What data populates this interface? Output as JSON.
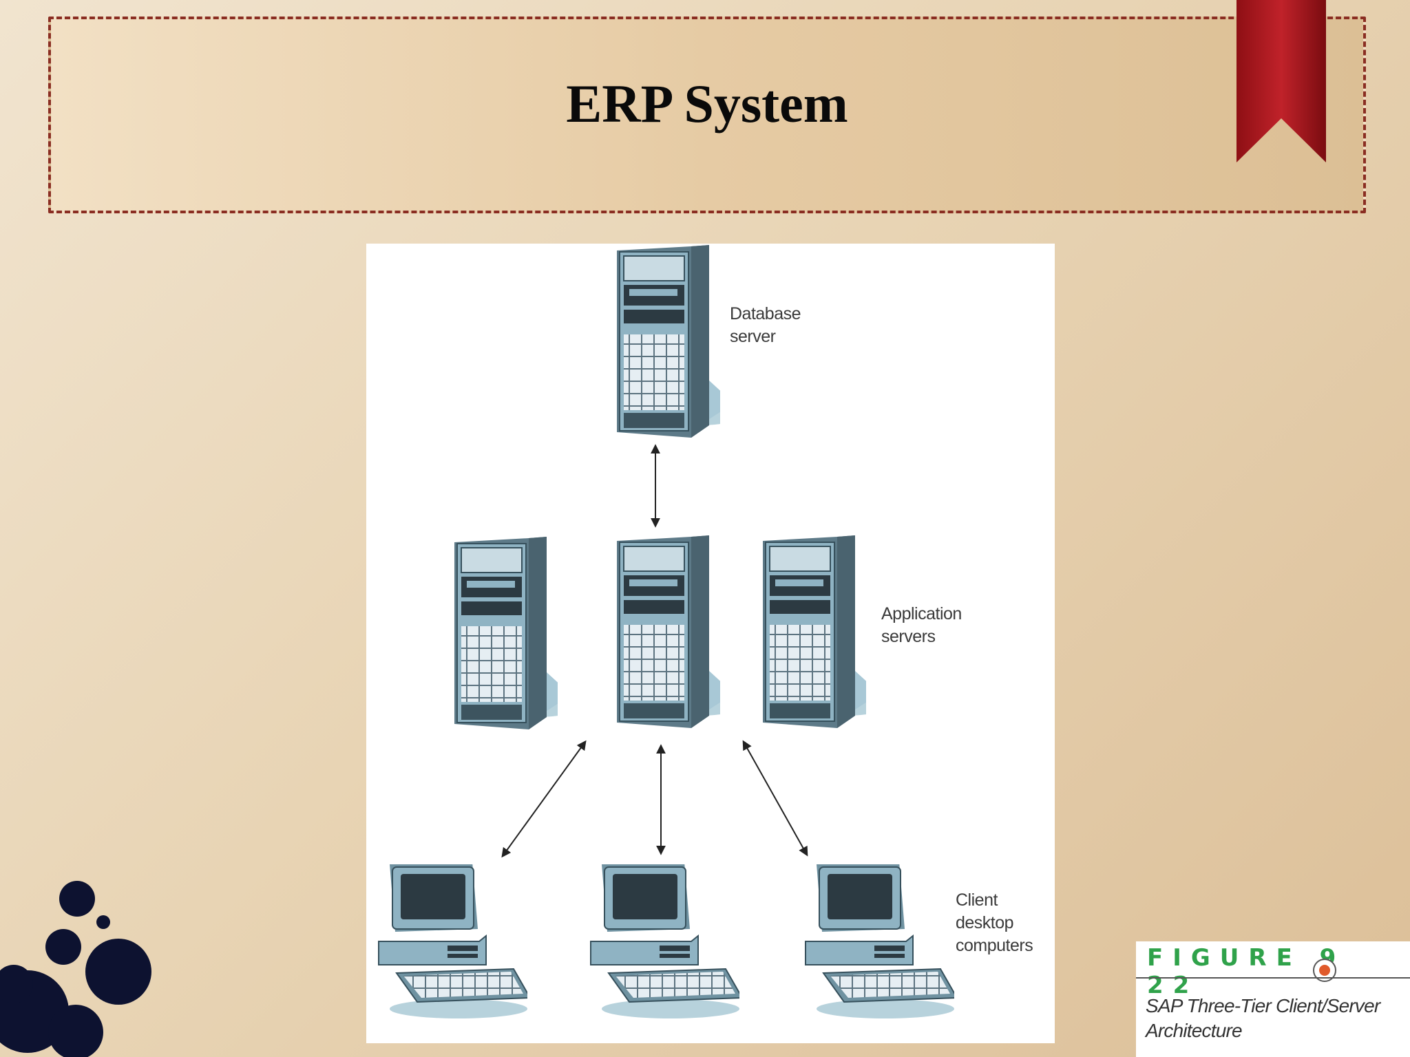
{
  "slide": {
    "title": "ERP System"
  },
  "diagram": {
    "labels": {
      "database_server": [
        "Database",
        "server"
      ],
      "application_servers": [
        "Application",
        "servers"
      ],
      "client_computers": [
        "Client",
        "desktop",
        "computers"
      ]
    }
  },
  "figure": {
    "label": "FIGURE 9 22",
    "caption_line1": "SAP Three-Tier Client/Server",
    "caption_line2": "Architecture"
  },
  "colors": {
    "title_border": "#8a2d22",
    "ribbon": "#a5151a",
    "server_blue": "#8fb3c3",
    "figure_green": "#2fa24a",
    "figure_dot": "#e05a2b"
  },
  "icons": [
    "bookmark-ribbon-icon",
    "ink-splash-icon",
    "server-tower-icon",
    "desktop-computer-icon"
  ]
}
